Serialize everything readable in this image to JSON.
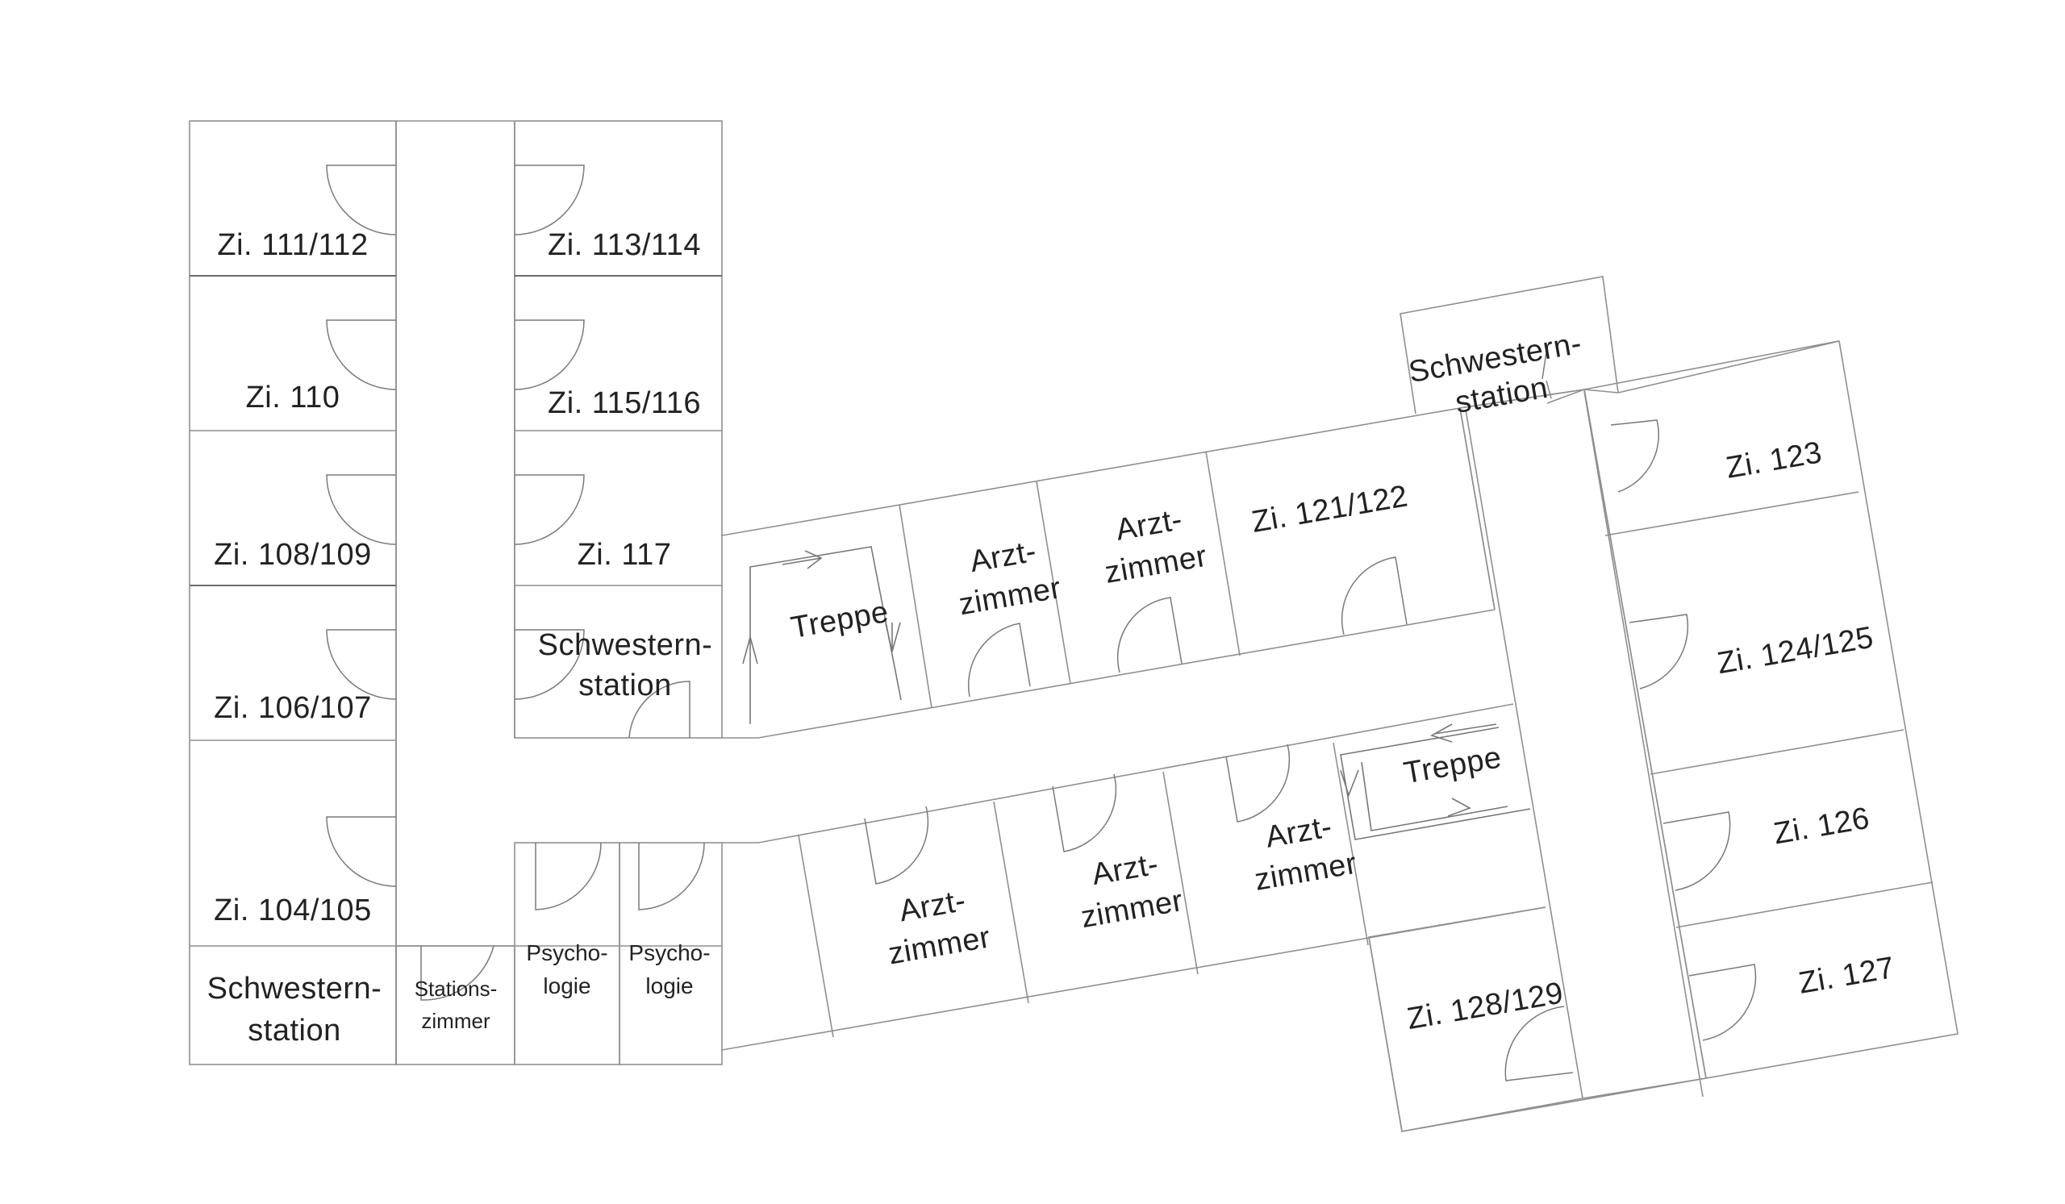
{
  "floor_plan": {
    "rooms": {
      "zi_111_112": "Zi. 111/112",
      "zi_110": "Zi. 110",
      "zi_108_109": "Zi. 108/109",
      "zi_106_107": "Zi. 106/107",
      "zi_104_105": "Zi. 104/105",
      "zi_113_114": "Zi. 113/114",
      "zi_115_116": "Zi. 115/116",
      "zi_117": "Zi. 117",
      "schwesternstation_west": [
        "Schwestern-",
        "station"
      ],
      "schwesternstation_mid": [
        "Schwestern-",
        "station"
      ],
      "schwesternstation_north": [
        "Schwestern-",
        "station"
      ],
      "stationszimmer": [
        "Stations-",
        "zimmer"
      ],
      "psychologie_1": [
        "Psycho-",
        "logie"
      ],
      "psychologie_2": [
        "Psycho-",
        "logie"
      ],
      "treppe_1": "Treppe",
      "treppe_2": "Treppe",
      "arztzimmer_n1": [
        "Arzt-",
        "zimmer"
      ],
      "arztzimmer_n2": [
        "Arzt-",
        "zimmer"
      ],
      "zi_121_122": "Zi. 121/122",
      "arztzimmer_s1": [
        "Arzt-",
        "zimmer"
      ],
      "arztzimmer_s2": [
        "Arzt-",
        "zimmer"
      ],
      "arztzimmer_s3": [
        "Arzt-",
        "zimmer"
      ],
      "zi_123": "Zi. 123",
      "zi_124_125": "Zi. 124/125",
      "zi_126": "Zi. 126",
      "zi_127": "Zi. 127",
      "zi_128_129": "Zi. 128/129"
    }
  }
}
